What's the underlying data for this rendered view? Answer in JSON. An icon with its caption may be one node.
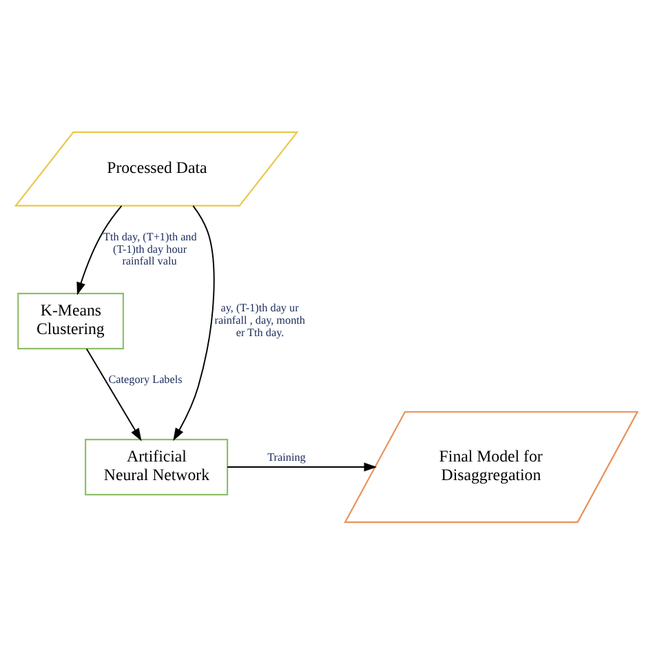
{
  "diagram": {
    "nodes": [
      {
        "text": [
          "Processed Data"
        ]
      },
      {
        "text": [
          "K-Means Clustering"
        ]
      },
      {
        "text": [
          "Artificial Neural Network"
        ]
      },
      {
        "text": [
          "Final Model for Disaggregation"
        ]
      }
    ],
    "edges": [
      {
        "from": 0,
        "to": 2,
        "arrow": "to",
        "label": "ay, (T-1)th day ur rainfall , day, month er Tth day."
      },
      {
        "from": 0,
        "to": 1,
        "arrow": "to",
        "label": "Tth day, (T+1)th and (T-1)th day hour rainfall valu"
      },
      {
        "from": 1,
        "to": 2,
        "arrow": "to",
        "label": "Category Labels"
      },
      {
        "from": 2,
        "to": 3,
        "arrow": "to",
        "label": "Training"
      }
    ]
  }
}
